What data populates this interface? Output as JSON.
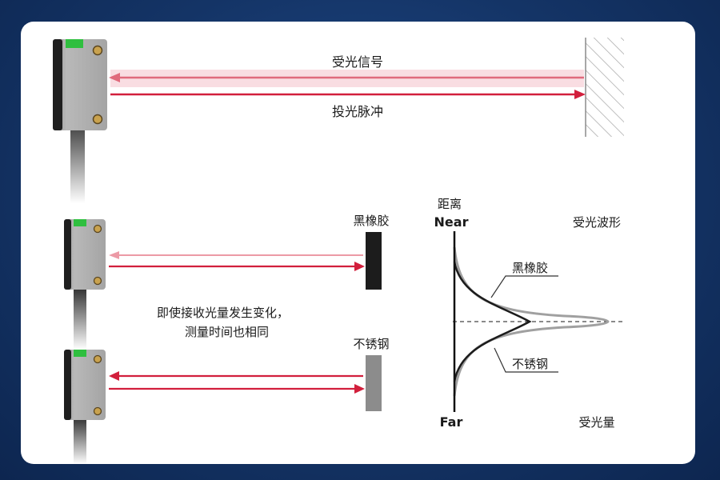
{
  "top": {
    "received_signal": "受光信号",
    "emitted_pulse": "投光脉冲"
  },
  "middle": {
    "black_rubber_label": "黑橡胶",
    "stainless_label": "不锈钢",
    "note_line1": "即使接收光量发生变化，",
    "note_line2": "测量时间也相同"
  },
  "graph": {
    "distance_label": "距离",
    "near_label": "Near",
    "far_label": "Far",
    "waveform_label": "受光波形",
    "amount_label": "受光量",
    "black_rubber_curve_label": "黑橡胶",
    "stainless_curve_label": "不锈钢"
  },
  "colors": {
    "beam": "#d21f3c",
    "beam_faint": "#ec9aa6",
    "sensor_body": "#a8a8a8",
    "sensor_indicator": "#2fbf3f",
    "black_rubber": "#1c1c1c",
    "stainless": "#8c8c8c"
  }
}
